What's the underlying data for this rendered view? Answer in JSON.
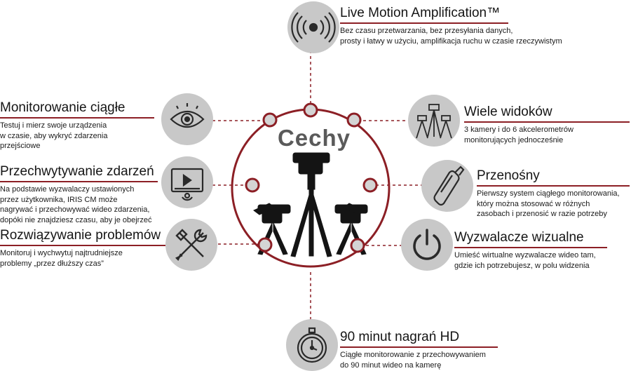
{
  "center": {
    "title": "Cechy"
  },
  "features": {
    "live": {
      "title": "Live Motion Amplification™",
      "desc": "Bez czasu przetwarzania, bez przesyłania danych,\nprosty i łatwy w użyciu, amplifikacja ruchu w czasie rzeczywistym",
      "icon": "sound-waves-icon"
    },
    "monitor": {
      "title": "Monitorowanie ciągłe",
      "desc": "Testuj i mierz swoje urządzenia\nw czasie, aby wykryć zdarzenia\nprzejściowe",
      "icon": "eye-icon"
    },
    "capture": {
      "title": "Przechwytywanie zdarzeń",
      "desc": "Na podstawie wyzwalaczy ustawionych\nprzez użytkownika, IRIS CM może\nnagrywać i przechowywać wideo zdarzenia,\ndopóki nie znajdziesz czasu, aby je obejrzeć",
      "icon": "video-player-icon"
    },
    "solve": {
      "title": "Rozwiązywanie problemów",
      "desc": "Monitoruj i wychwytuj najtrudniejsze\nproblemy „przez dłuższy czas”",
      "icon": "wrench-screwdriver-icon"
    },
    "views": {
      "title": "Wiele widoków",
      "desc": "3 kamery i do 6 akcelerometrów\nmonitorujących jednocześnie",
      "icon": "tripods-icon"
    },
    "portable": {
      "title": "Przenośny",
      "desc": "Pierwszy system ciągłego monitorowania,\nktóry można stosować w różnych\nzasobach i przenosić w razie potrzeby",
      "icon": "carry-case-icon"
    },
    "triggers": {
      "title": "Wyzwalacze wizualne",
      "desc": "Umieść wirtualne wyzwalacze wideo tam,\ngdzie ich potrzebujesz, w polu widzenia",
      "icon": "power-icon"
    },
    "record": {
      "title": "90 minut nagrań HD",
      "desc": "Ciągłe monitorowanie z przechowywaniem\ndo 90 minut wideo na kamerę",
      "icon": "stopwatch-icon"
    }
  },
  "colors": {
    "accent": "#8c1f25",
    "icon_bg": "#c8c8c8",
    "node_fill": "#d4d4d4"
  }
}
